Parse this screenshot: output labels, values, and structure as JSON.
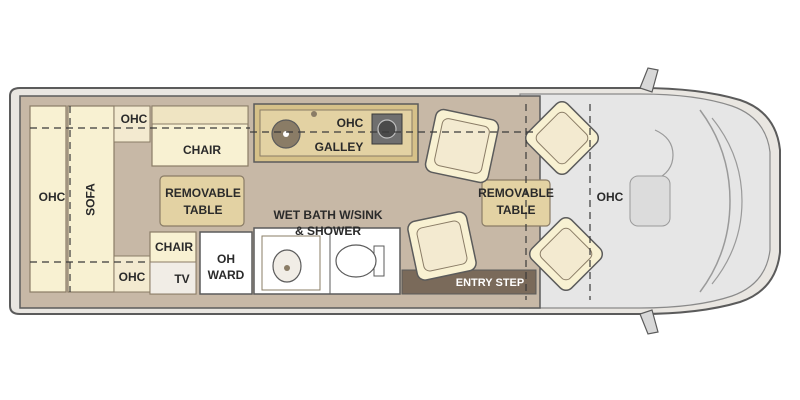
{
  "labels": {
    "ohc_top_left": "OHC",
    "ohc_galley": "OHC",
    "ohc_left_end": "OHC",
    "ohc_bottom_left": "OHC",
    "ohc_cab": "OHC",
    "sofa": "SOFA",
    "chair_top": "CHAIR",
    "chair_bottom": "CHAIR",
    "galley": "GALLEY",
    "removable_table_rear_line1": "REMOVABLE",
    "removable_table_rear_line2": "TABLE",
    "removable_table_front_line1": "REMOVABLE",
    "removable_table_front_line2": "TABLE",
    "wet_bath_line1": "WET BATH W/SINK",
    "wet_bath_line2": "& SHOWER",
    "oh_ward_line1": "OH",
    "oh_ward_line2": "WARD",
    "tv": "TV",
    "entry_step": "ENTRY STEP"
  },
  "colors": {
    "floor": "#c7b8a6",
    "wall": "#f1ede6",
    "outline": "#5b5b5b",
    "cream": "#f8f1d2",
    "tan": "#e3d2a3",
    "galley_counter": "#d6c189",
    "sink": "#8a7c66",
    "entry_step": "#7a6a5a",
    "cab": "#e6e6e6"
  }
}
